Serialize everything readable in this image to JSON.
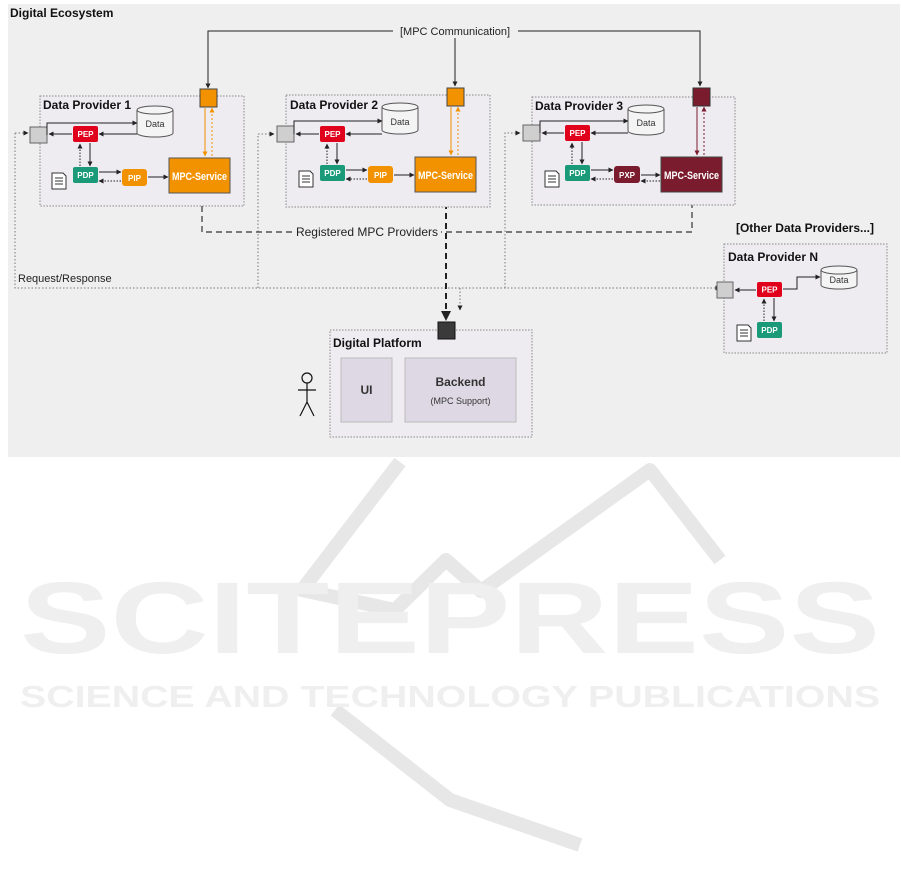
{
  "ecosystem": {
    "title": "Digital Ecosystem"
  },
  "labels": {
    "mpc_communication": "[MPC Communication]",
    "registered_mpc": "Registered MPC Providers",
    "request_response": "Request/Response",
    "other_providers": "[Other Data Providers...]"
  },
  "providers": [
    {
      "title": "Data Provider 1",
      "pep": "PEP",
      "pdp": "PDP",
      "pip": "PIP",
      "data": "Data",
      "mpc": "MPC-Service"
    },
    {
      "title": "Data Provider 2",
      "pep": "PEP",
      "pdp": "PDP",
      "pip": "PIP",
      "data": "Data",
      "mpc": "MPC-Service"
    },
    {
      "title": "Data Provider 3",
      "pep": "PEP",
      "pdp": "PDP",
      "pxp": "PXP",
      "data": "Data",
      "mpc": "MPC-Service"
    },
    {
      "title": "Data Provider N",
      "pep": "PEP",
      "pdp": "PDP",
      "data": "Data"
    }
  ],
  "platform": {
    "title": "Digital Platform",
    "ui": "UI",
    "backend": "Backend",
    "backend_sub": "(MPC Support)"
  },
  "watermark": {
    "brand": "SCITEPRESS",
    "tagline": "SCIENCE AND TECHNOLOGY PUBLICATIONS"
  },
  "colors": {
    "pep": "#e0001b",
    "pdp": "#1a9a78",
    "pip": "#f39200",
    "mpc1": "#f39200",
    "mpc3": "#7b1c2e",
    "pxp": "#7b1c2e",
    "background": "#efefef",
    "provider_bg": "#eeebf1",
    "port": "#cfcfcf",
    "platform_port": "#3a3a3a"
  }
}
